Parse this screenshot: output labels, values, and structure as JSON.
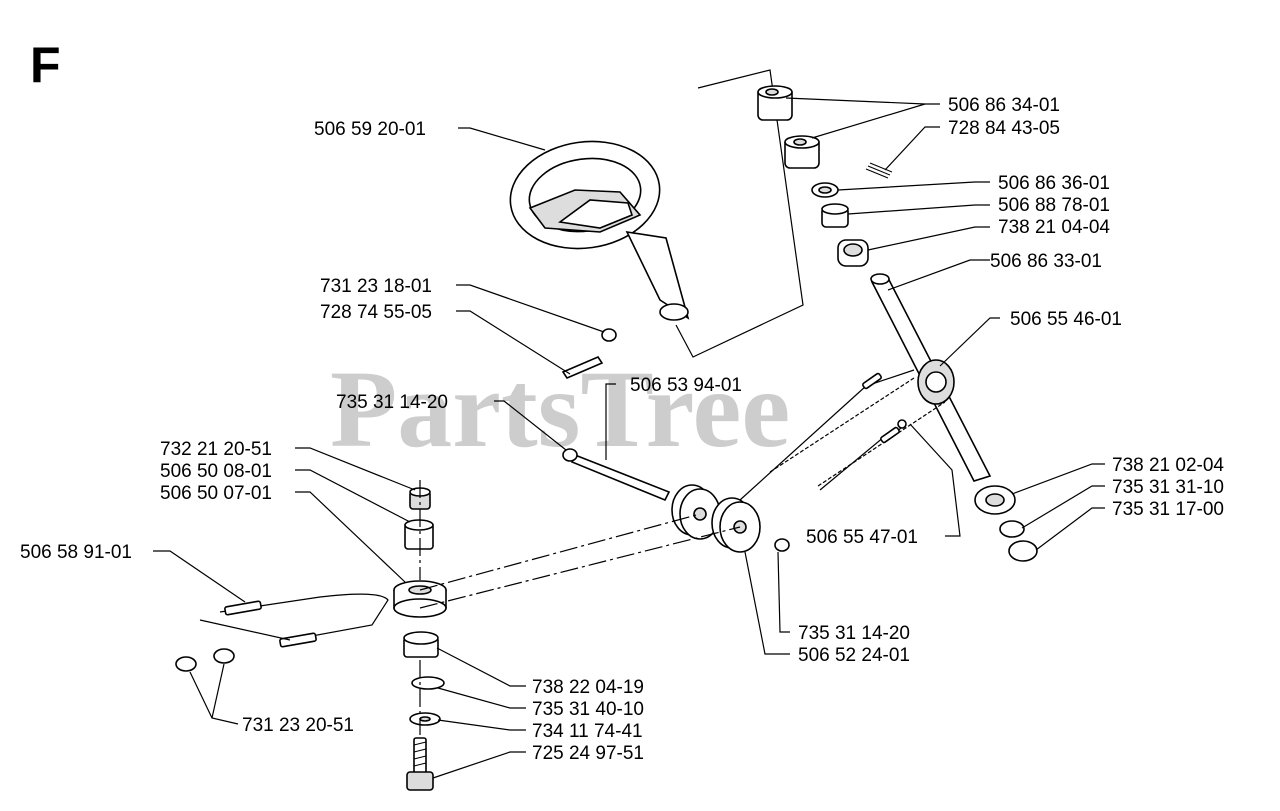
{
  "section_letter": "F",
  "watermark": "PartsTree",
  "parts": [
    {
      "id": "p01",
      "number": "506 59 20-01"
    },
    {
      "id": "p02",
      "number": "731 23 18-01"
    },
    {
      "id": "p03",
      "number": "728 74 55-05"
    },
    {
      "id": "p04",
      "number": "506 86 34-01"
    },
    {
      "id": "p05",
      "number": "728 84 43-05"
    },
    {
      "id": "p06",
      "number": "506 86 36-01"
    },
    {
      "id": "p07",
      "number": "506 88 78-01"
    },
    {
      "id": "p08",
      "number": "738 21 04-04"
    },
    {
      "id": "p09",
      "number": "506 86 33-01"
    },
    {
      "id": "p10",
      "number": "506 55 46-01"
    },
    {
      "id": "p11",
      "number": "506 53 94-01"
    },
    {
      "id": "p12",
      "number": "735 31 14-20"
    },
    {
      "id": "p13",
      "number": "732 21 20-51"
    },
    {
      "id": "p14",
      "number": "506 50 08-01"
    },
    {
      "id": "p15",
      "number": "506 50 07-01"
    },
    {
      "id": "p16",
      "number": "506 58 91-01"
    },
    {
      "id": "p17",
      "number": "738 21 02-04"
    },
    {
      "id": "p18",
      "number": "735 31 31-10"
    },
    {
      "id": "p19",
      "number": "735 31 17-00"
    },
    {
      "id": "p20",
      "number": "506 55 47-01"
    },
    {
      "id": "p21",
      "number": "735 31 14-20"
    },
    {
      "id": "p22",
      "number": "506 52 24-01"
    },
    {
      "id": "p23",
      "number": "738 22 04-19"
    },
    {
      "id": "p24",
      "number": "735 31 40-10"
    },
    {
      "id": "p25",
      "number": "734 11 74-41"
    },
    {
      "id": "p26",
      "number": "725 24 97-51"
    },
    {
      "id": "p27",
      "number": "731 23 20-51"
    }
  ]
}
